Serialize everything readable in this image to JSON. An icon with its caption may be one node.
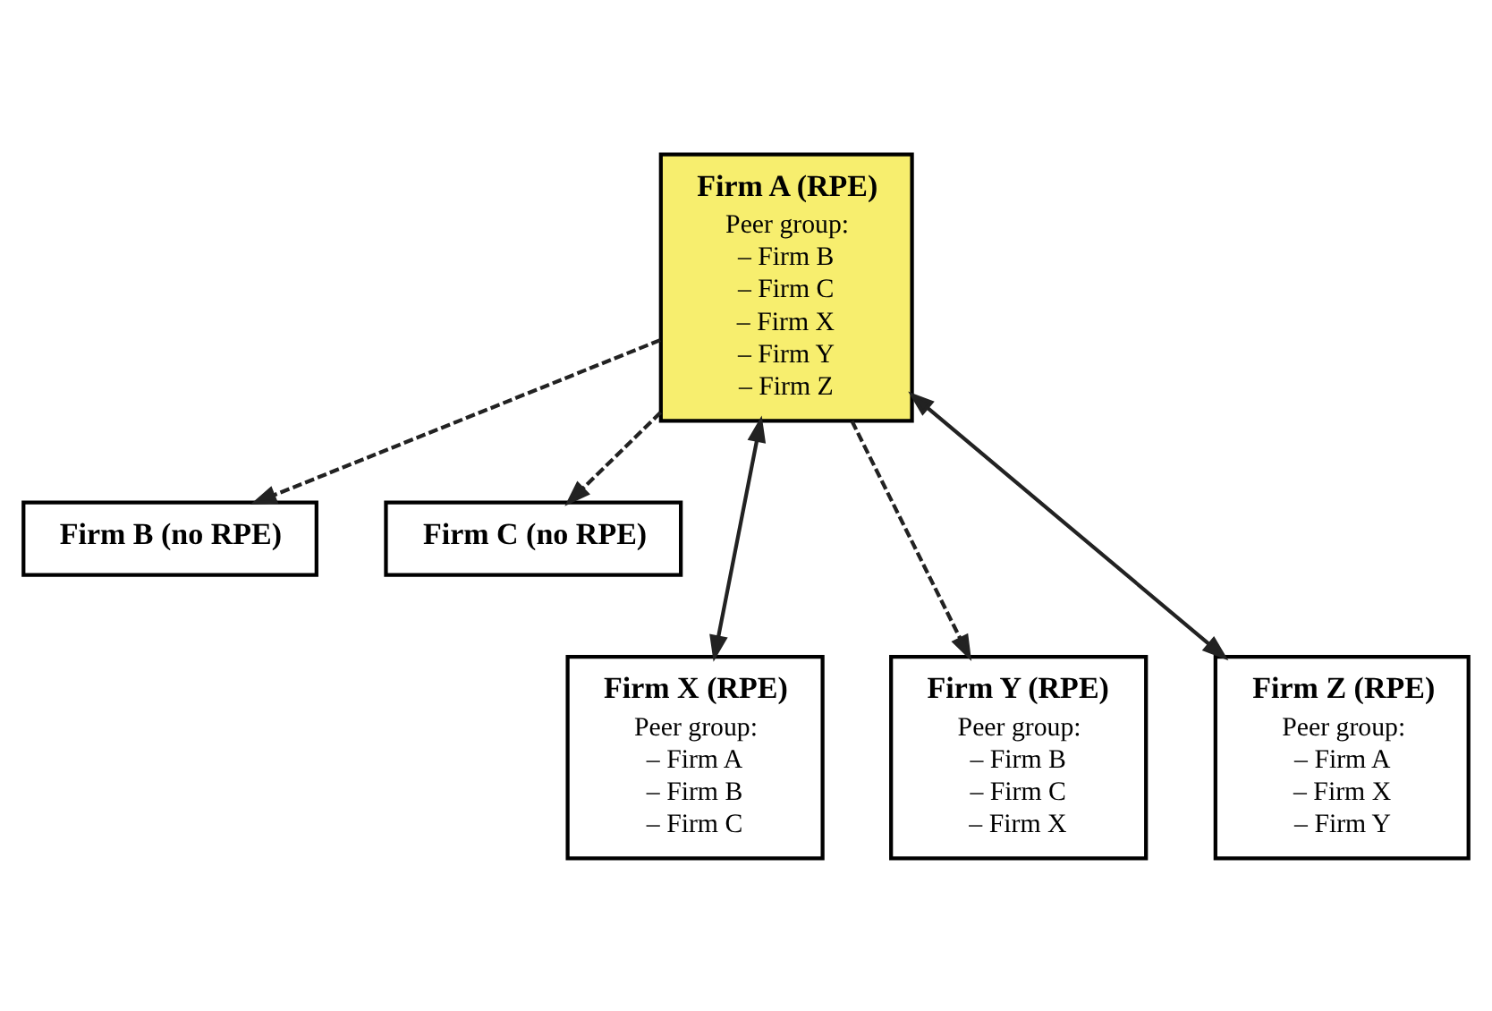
{
  "diagram": {
    "nodes": [
      {
        "text": [
          "Firm A (RPE)",
          "Peer group:",
          "– Firm B",
          "– Firm C",
          "– Firm X",
          "– Firm Y",
          "– Firm Z"
        ]
      },
      {
        "text": [
          "Firm B (no RPE)"
        ]
      },
      {
        "text": [
          "Firm C (no RPE)"
        ]
      },
      {
        "text": [
          "Firm X (RPE)",
          "Peer group:",
          "– Firm A",
          "– Firm B",
          "– Firm C"
        ]
      },
      {
        "text": [
          "Firm Y (RPE)",
          "Peer group:",
          "– Firm B",
          "– Firm C",
          "– Firm X"
        ]
      },
      {
        "text": [
          "Firm Z (RPE)",
          "Peer group:",
          "– Firm A",
          "– Firm X",
          "– Firm Y"
        ]
      }
    ],
    "edges": [
      {
        "from": 0,
        "to": 1,
        "arrow": "to",
        "style": "dashed"
      },
      {
        "from": 0,
        "to": 2,
        "arrow": "to",
        "style": "dashed"
      },
      {
        "from": 0,
        "to": 4,
        "arrow": "to",
        "style": "dashed"
      },
      {
        "from": 0,
        "to": 3,
        "arrow": "both"
      },
      {
        "from": 0,
        "to": 5,
        "arrow": "both"
      }
    ]
  }
}
